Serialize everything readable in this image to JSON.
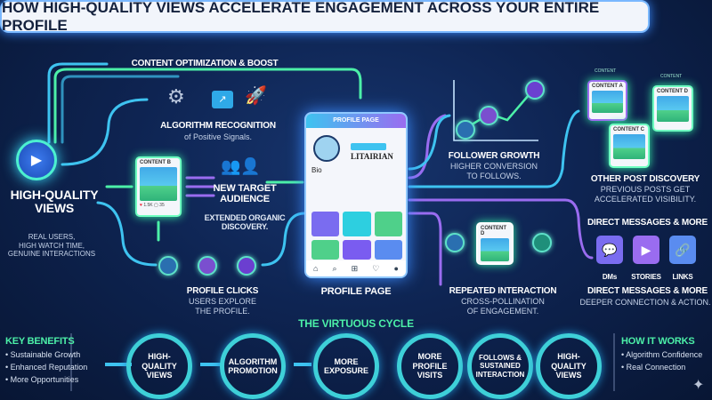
{
  "title": "HOW HIGH-QUALITY VIEWS ACCELERATE ENGAGEMENT ACROSS YOUR ENTIRE PROFILE",
  "boost_label": "CONTENT OPTIMIZATION & BOOST",
  "source": {
    "heading": "HIGH-QUALITY VIEWS",
    "sub": [
      "REAL USERS,",
      "HIGH WATCH TIME,",
      "GENUINE INTERACTIONS"
    ]
  },
  "algorithm": {
    "heading": "ALGORITHM RECOGNITION",
    "sub": "of Positive Signals."
  },
  "content_b": {
    "label": "CONTENT B",
    "likes": "1.5K",
    "comments": "35"
  },
  "audience": {
    "heading": [
      "NEW TARGET",
      "AUDIENCE"
    ],
    "sub": [
      "EXTENDED ORGANIC",
      "DISCOVERY."
    ]
  },
  "profile_clicks": {
    "heading": "PROFILE CLICKS",
    "sub": [
      "USERS EXPLORE",
      "THE PROFILE."
    ]
  },
  "profile_page": {
    "header": "PROFILE PAGE",
    "bio": "Bio",
    "caption": "PROFILE PAGE",
    "watermark": "LITAIRIAN"
  },
  "follower": {
    "heading": "FOLLOWER GROWTH",
    "sub": [
      "HIGHER CONVERSION",
      "TO FOLLOWS."
    ]
  },
  "other_posts": {
    "tag1": "CONTENT",
    "tag2": "CONTENT",
    "cards": [
      "CONTENT A",
      "CONTENT C",
      "CONTENT D"
    ],
    "heading": "OTHER POST DISCOVERY",
    "sub": [
      "PREVIOUS POSTS GET",
      "ACCELERATED VISIBILITY."
    ]
  },
  "repeated": {
    "card": "CONTENT D",
    "heading": "REPEATED INTERACTION",
    "sub": [
      "CROSS-POLLINATION",
      "OF ENGAGEMENT."
    ]
  },
  "dm": {
    "heading_top": "DIRECT MESSAGES & MORE",
    "items": [
      "DMs",
      "STORIES",
      "LINKS"
    ],
    "heading": "DIRECT MESSAGES & MORE",
    "sub": "DEEPER CONNECTION & ACTION."
  },
  "key_benefits": {
    "heading": "KEY BENEFITS",
    "items": [
      "Sustainable Growth",
      "Enhanced Reputation",
      "More Opportunities"
    ]
  },
  "cycle": {
    "heading": "THE VIRTUOUS CYCLE",
    "steps": [
      "HIGH-QUALITY VIEWS",
      "ALGORITHM PROMOTION",
      "MORE EXPOSURE",
      "MORE PROFILE VISITS",
      "FOLLOWS & SUSTAINED INTERACTION",
      "HIGH-QUALITY VIEWS"
    ]
  },
  "how_it_works": {
    "heading": "HOW IT WORKS",
    "items": [
      "Algorithm Confidence",
      "Real Connection"
    ]
  },
  "colors": {
    "background": "#0e2452",
    "accent_green": "#4cf0a8",
    "accent_blue": "#3ec3f0",
    "accent_purple": "#9a6cf0"
  }
}
